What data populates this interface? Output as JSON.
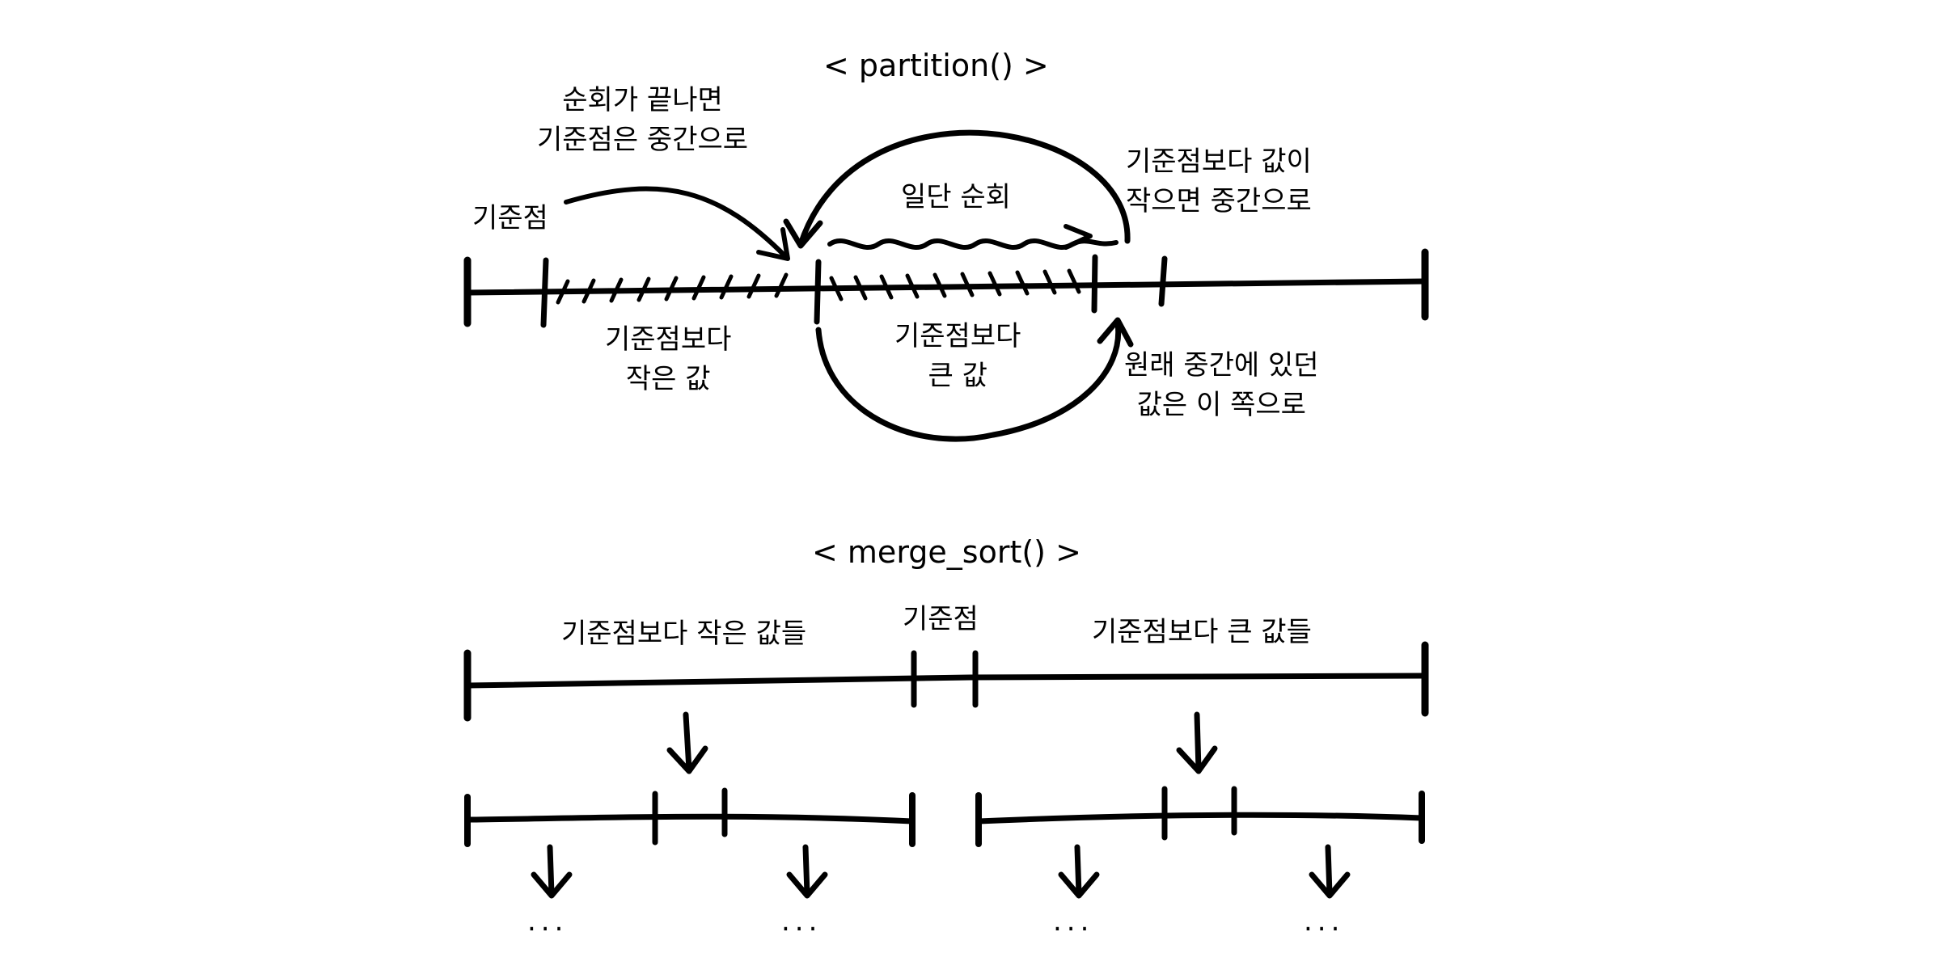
{
  "partition": {
    "title": "< partition() >",
    "pivot": "기준점",
    "after_loop": [
      "순회가 끝나면",
      "기준점은 중간으로"
    ],
    "loop": "일단 순회",
    "if_smaller": [
      "기준점보다 값이",
      "작으면 중간으로"
    ],
    "smaller_values": [
      "기준점보다",
      "작은 값"
    ],
    "larger_values": [
      "기준점보다",
      "큰 값"
    ],
    "middle_value": [
      "원래 중간에 있던",
      "값은 이 쪽으로"
    ]
  },
  "merge_sort": {
    "title": "< merge_sort() >",
    "left_label": "기준점보다 작은 값들",
    "pivot": "기준점",
    "right_label": "기준점보다 큰 값들",
    "ellipsis": "...",
    "ellipsis_count": 4
  },
  "colors": {
    "ink": "#000000",
    "background": "#ffffff"
  }
}
